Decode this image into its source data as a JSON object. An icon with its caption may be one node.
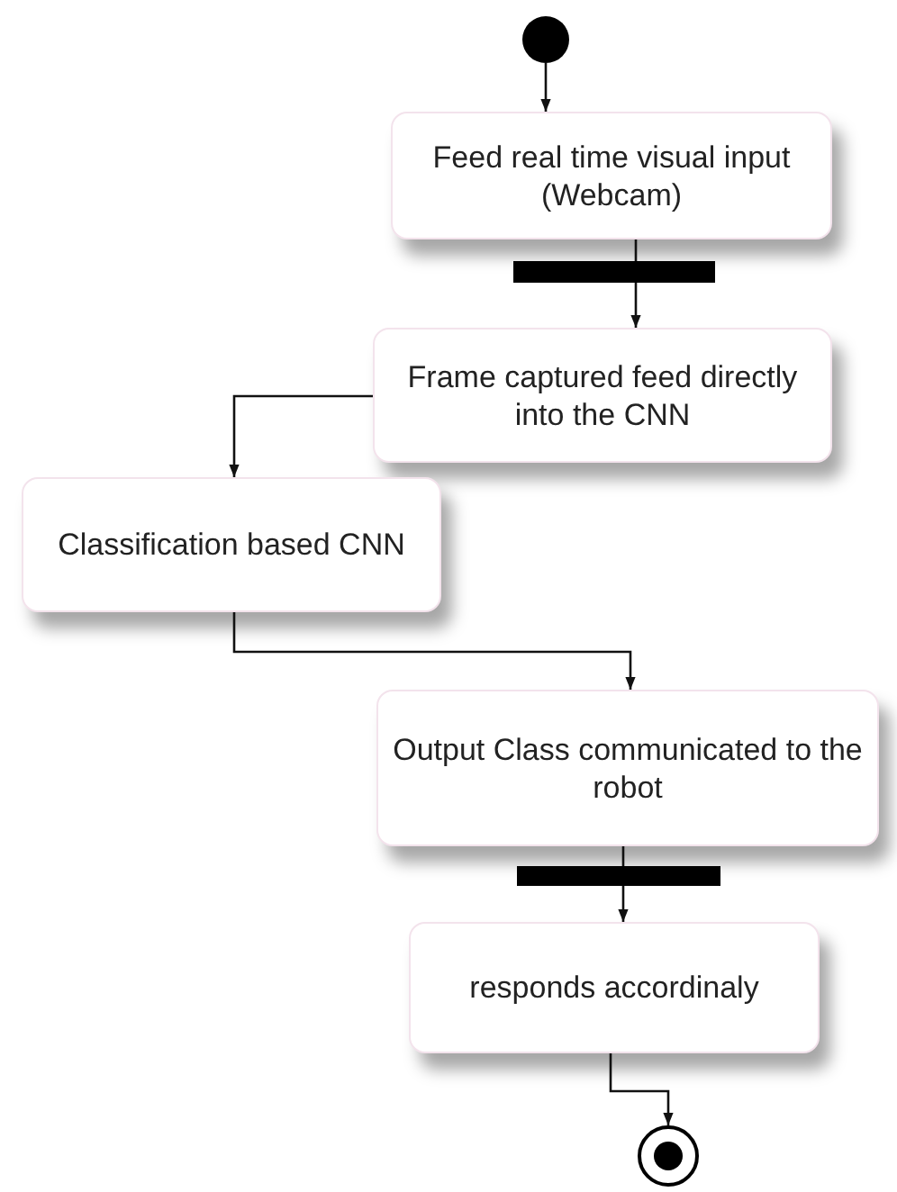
{
  "diagram": {
    "nodes": [
      {
        "text": [],
        "shape": "circle"
      },
      {
        "text": [
          "Feed real time visual input (Webcam)"
        ]
      },
      {
        "text": [],
        "shape": "bar"
      },
      {
        "text": [
          "Frame captured feed directly into the CNN"
        ]
      },
      {
        "text": [
          "Classification based CNN"
        ]
      },
      {
        "text": [
          "Output Class communicated to the robot"
        ]
      },
      {
        "text": [],
        "shape": "bar"
      },
      {
        "text": [
          "responds accordinaly"
        ]
      },
      {
        "text": [],
        "shape": "bullseye"
      }
    ],
    "edges": [
      {
        "from": 0,
        "to": 1,
        "arrow": "to"
      },
      {
        "from": 1,
        "to": 2,
        "arrow": "none"
      },
      {
        "from": 2,
        "to": 3,
        "arrow": "to"
      },
      {
        "from": 3,
        "to": 4,
        "arrow": "to"
      },
      {
        "from": 4,
        "to": 5,
        "arrow": "to"
      },
      {
        "from": 5,
        "to": 6,
        "arrow": "none"
      },
      {
        "from": 6,
        "to": 7,
        "arrow": "to"
      },
      {
        "from": 7,
        "to": 8,
        "arrow": "to"
      }
    ]
  }
}
